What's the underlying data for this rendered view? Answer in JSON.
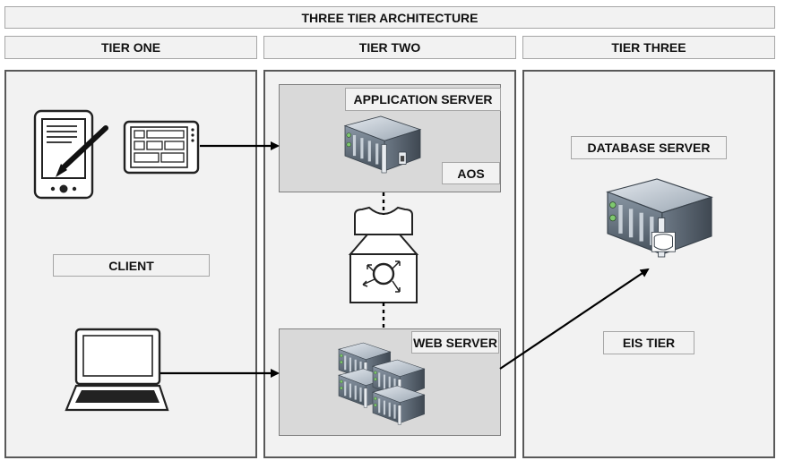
{
  "title": "THREE TIER ARCHITECTURE",
  "tiers": {
    "one": "TIER ONE",
    "two": "TIER TWO",
    "three": "TIER THREE"
  },
  "labels": {
    "client": "CLIENT",
    "application_server": "APPLICATION SERVER",
    "aos": "AOS",
    "web_server": "WEB SERVER",
    "database_server": "DATABASE SERVER",
    "eis_tier": "EIS TIER"
  },
  "colors": {
    "panel": "#f2f2f2",
    "inner": "#d9d9d9",
    "border": "#595959",
    "server_dark": "#5f6b78",
    "server_light": "#c8d0d8",
    "server_led": "#7fc96f"
  },
  "icons": [
    "pda-pen-icon",
    "tablet-icon",
    "laptop-icon",
    "application-server-icon",
    "router-icon",
    "web-server-cluster-icon",
    "database-server-icon"
  ]
}
